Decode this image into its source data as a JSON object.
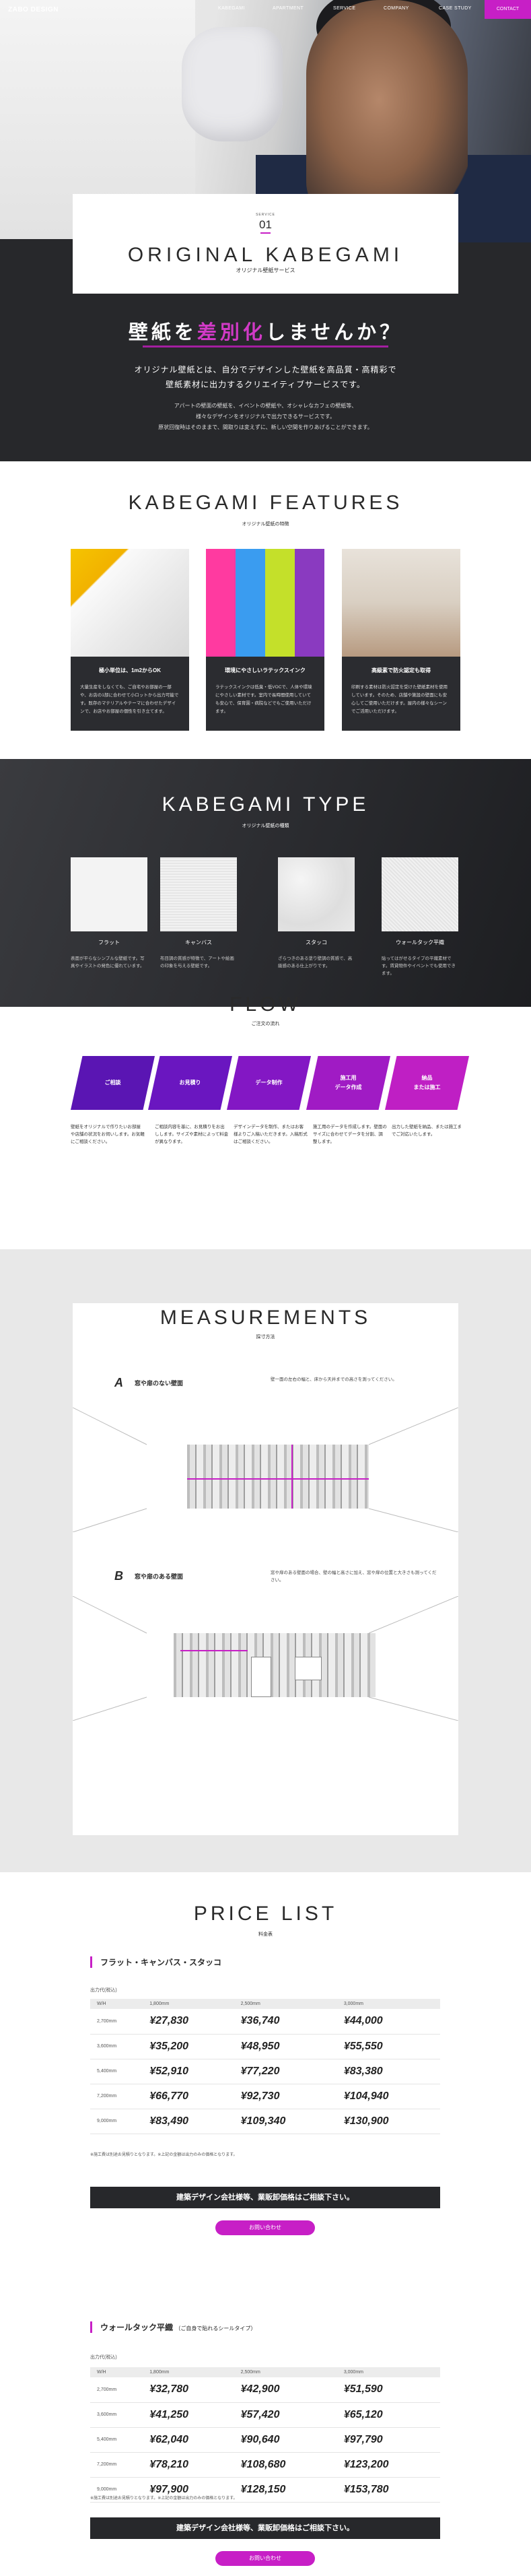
{
  "nav": {
    "logo": "ZABO DESIGN",
    "items": [
      "KABEGAMI",
      "APARTMENT",
      "SERVICE",
      "COMPANY",
      "CASE STUDY"
    ],
    "contact": "CONTACT"
  },
  "hero": {
    "service_label": "SERVICE",
    "service_num": "01",
    "title": "ORIGINAL KABEGAMI",
    "subtitle": "オリジナル壁紙サービス",
    "catch_pre": "壁紙を",
    "catch_hl": "差別化",
    "catch_post": "しませんか？",
    "lead_1": "オリジナル壁紙とは、自分でデザインした壁紙を高品質・高精彩で",
    "lead_2": "壁紙素材に出力するクリエイティブサービスです。",
    "small_1": "アパートの壁面の壁紙を、イベントの壁紙や、オシャレなカフェの壁紙等、",
    "small_2": "様々なデザインをオリジナルで出力できるサービスです。",
    "small_3": "原状回復時はそのままで、間取りは変えずに、新しい空間を作りあげることができます。"
  },
  "features": {
    "title": "KABEGAMI FEATURES",
    "subtitle": "オリジナル壁紙の特徴",
    "cards": [
      {
        "heading": "極小単位は、1m2からOK",
        "text": "大量生産をしなくても、ご自宅やお部屋の一部や、お店の1部に合わせて小ロットから出力可能です。既存のマテリアルやテーマに合わせたデザインで、お店やお部屋の個性を引き立てます。"
      },
      {
        "heading": "環境にやさしいラテックスインク",
        "text": "ラテックスインクは低臭・低VOCで、人体や環境にやさしい素材です。室内で長時間使用していても安心で、保育園・病院などでもご使用いただけます。"
      },
      {
        "heading": "高級素で防火認定も取得",
        "text": "印刷する素材は防火認定を受けた壁紙素材を使用しています。そのため、店舗や施設の壁面にも安心してご使用いただけます。屋内の様々なシーンでご活用いただけます。"
      }
    ]
  },
  "types": {
    "title": "KABEGAMI TYPE",
    "subtitle": "オリジナル壁紙の種類",
    "items": [
      {
        "name": "フラット",
        "desc": "表面が平らなシンプルな壁紙です。写真やイラストの発色に優れています。"
      },
      {
        "name": "キャンバス",
        "desc": "布目調の質感が特徴で、アートや絵画の印象を与える壁紙です。"
      },
      {
        "name": "スタッコ",
        "desc": "ざらつきのある塗り壁調の質感で、高級感のある仕上がりです。"
      },
      {
        "name": "ウォールタック平織",
        "desc": "貼ってはがせるタイプの平織素材です。賃貸物件やイベントでも使用できます。"
      }
    ]
  },
  "flow": {
    "title": "FLOW",
    "subtitle": "ご注文の流れ",
    "steps": [
      {
        "label": "ご相談",
        "color": "#5a15b3",
        "desc": "壁紙をオリジナルで作りたいお部屋や店舗の状況をお伺いします。お気軽にご相談ください。"
      },
      {
        "label": "お見積り",
        "color": "#6a16c0",
        "desc": "ご相談内容を基に、お見積りをお出しします。サイズや素材によって料金が異なります。"
      },
      {
        "label": "データ制作",
        "color": "#8317c4",
        "desc": "デザインデータを制作、またはお客様よりご入稿いただきます。入稿形式はご相談ください。"
      },
      {
        "label": "施工用\nデータ作成",
        "color": "#a01bc4",
        "desc": "施工用のデータを作成します。壁面のサイズに合わせてデータを分割、調整します。"
      },
      {
        "label": "納品\nまたは施工",
        "color": "#bf1fc4",
        "desc": "出力した壁紙を納品、または施工までご対応いたします。"
      }
    ]
  },
  "measurements": {
    "title": "MEASUREMENTS",
    "subtitle": "採寸方法",
    "a_label": "A",
    "a_title": "窓や扉のない壁面",
    "a_text": "壁一面の左右の幅と、床から天井までの高さを測ってください。",
    "b_label": "B",
    "b_title": "窓や扉のある壁面",
    "b_text": "窓や扉のある壁面の場合、壁の幅と高さに加え、窓や扉の位置と大きさも測ってください。"
  },
  "price": {
    "title": "PRICE LIST",
    "subtitle": "料金表",
    "table1": {
      "heading": "フラット・キャンバス・スタッコ",
      "unit": "出力代(税込)",
      "cols": [
        "W/H",
        "1,800mm",
        "2,500mm",
        "3,000mm"
      ],
      "rows": [
        [
          "2,700mm",
          "¥27,830",
          "¥36,740",
          "¥44,000"
        ],
        [
          "3,600mm",
          "¥35,200",
          "¥48,950",
          "¥55,550"
        ],
        [
          "5,400mm",
          "¥52,910",
          "¥77,220",
          "¥83,380"
        ],
        [
          "7,200mm",
          "¥66,770",
          "¥92,730",
          "¥104,940"
        ],
        [
          "9,000mm",
          "¥83,490",
          "¥109,340",
          "¥130,900"
        ]
      ],
      "note": "※施工費は別途お見積りとなります。※上記の金額は出力のみの価格となります。"
    },
    "table2": {
      "heading": "ウォールタック平織",
      "heading_sub": "（ご自身で貼れるシールタイプ）",
      "unit": "出力代(税込)",
      "cols": [
        "W/H",
        "1,800mm",
        "2,500mm",
        "3,000mm"
      ],
      "rows": [
        [
          "2,700mm",
          "¥32,780",
          "¥42,900",
          "¥51,590"
        ],
        [
          "3,600mm",
          "¥41,250",
          "¥57,420",
          "¥65,120"
        ],
        [
          "5,400mm",
          "¥62,040",
          "¥90,640",
          "¥97,790"
        ],
        [
          "7,200mm",
          "¥78,210",
          "¥108,680",
          "¥123,200"
        ],
        [
          "9,000mm",
          "¥97,900",
          "¥128,150",
          "¥153,780"
        ]
      ],
      "note": "※施工費は別途お見積りとなります。※上記の金額は出力のみの価格となります。"
    },
    "cta": "建築デザイン会社様等、業販卸価格はご相談下さい。",
    "contact_btn": "お問い合わせ"
  }
}
